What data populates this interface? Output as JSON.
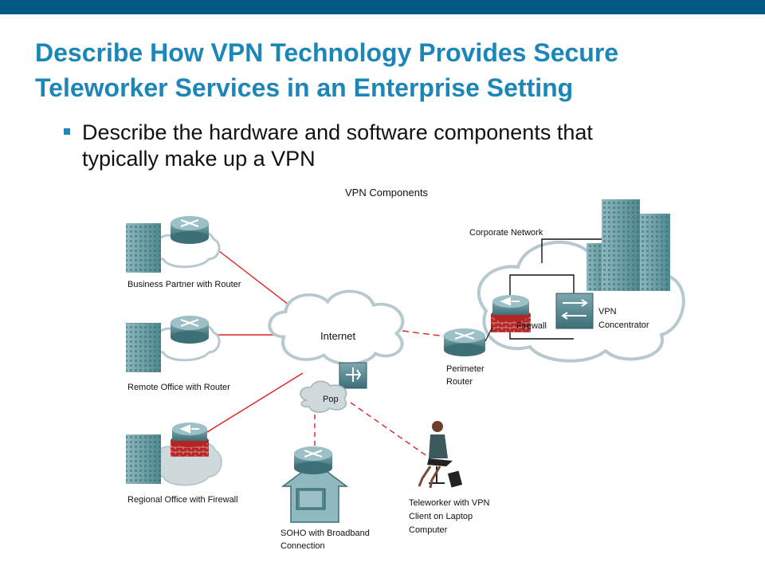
{
  "header": {
    "title_line1": "Describe How VPN Technology Provides Secure",
    "title_line2": "Teleworker Services in an Enterprise Setting"
  },
  "bullet": {
    "line1": "Describe the hardware and software components that",
    "line2": "typically make up a VPN"
  },
  "diagram": {
    "title": "VPN Components",
    "labels": {
      "corporate_network": "Corporate Network",
      "internet": "Internet",
      "pop": "Pop",
      "firewall": "Firewall",
      "vpn_concentrator_1": "VPN",
      "vpn_concentrator_2": "Concentrator",
      "perimeter_router_1": "Perimeter",
      "perimeter_router_2": "Router",
      "business_partner": "Business Partner with Router",
      "remote_office": "Remote Office with Router",
      "regional_office": "Regional Office with Firewall",
      "soho_1": "SOHO with Broadband",
      "soho_2": "Connection",
      "teleworker_1": "Teleworker with VPN",
      "teleworker_2": "Client on Laptop",
      "teleworker_3": "Computer"
    }
  },
  "colors": {
    "accent": "#1b86b7",
    "topbar": "#005a85",
    "link_red": "#e02020"
  }
}
